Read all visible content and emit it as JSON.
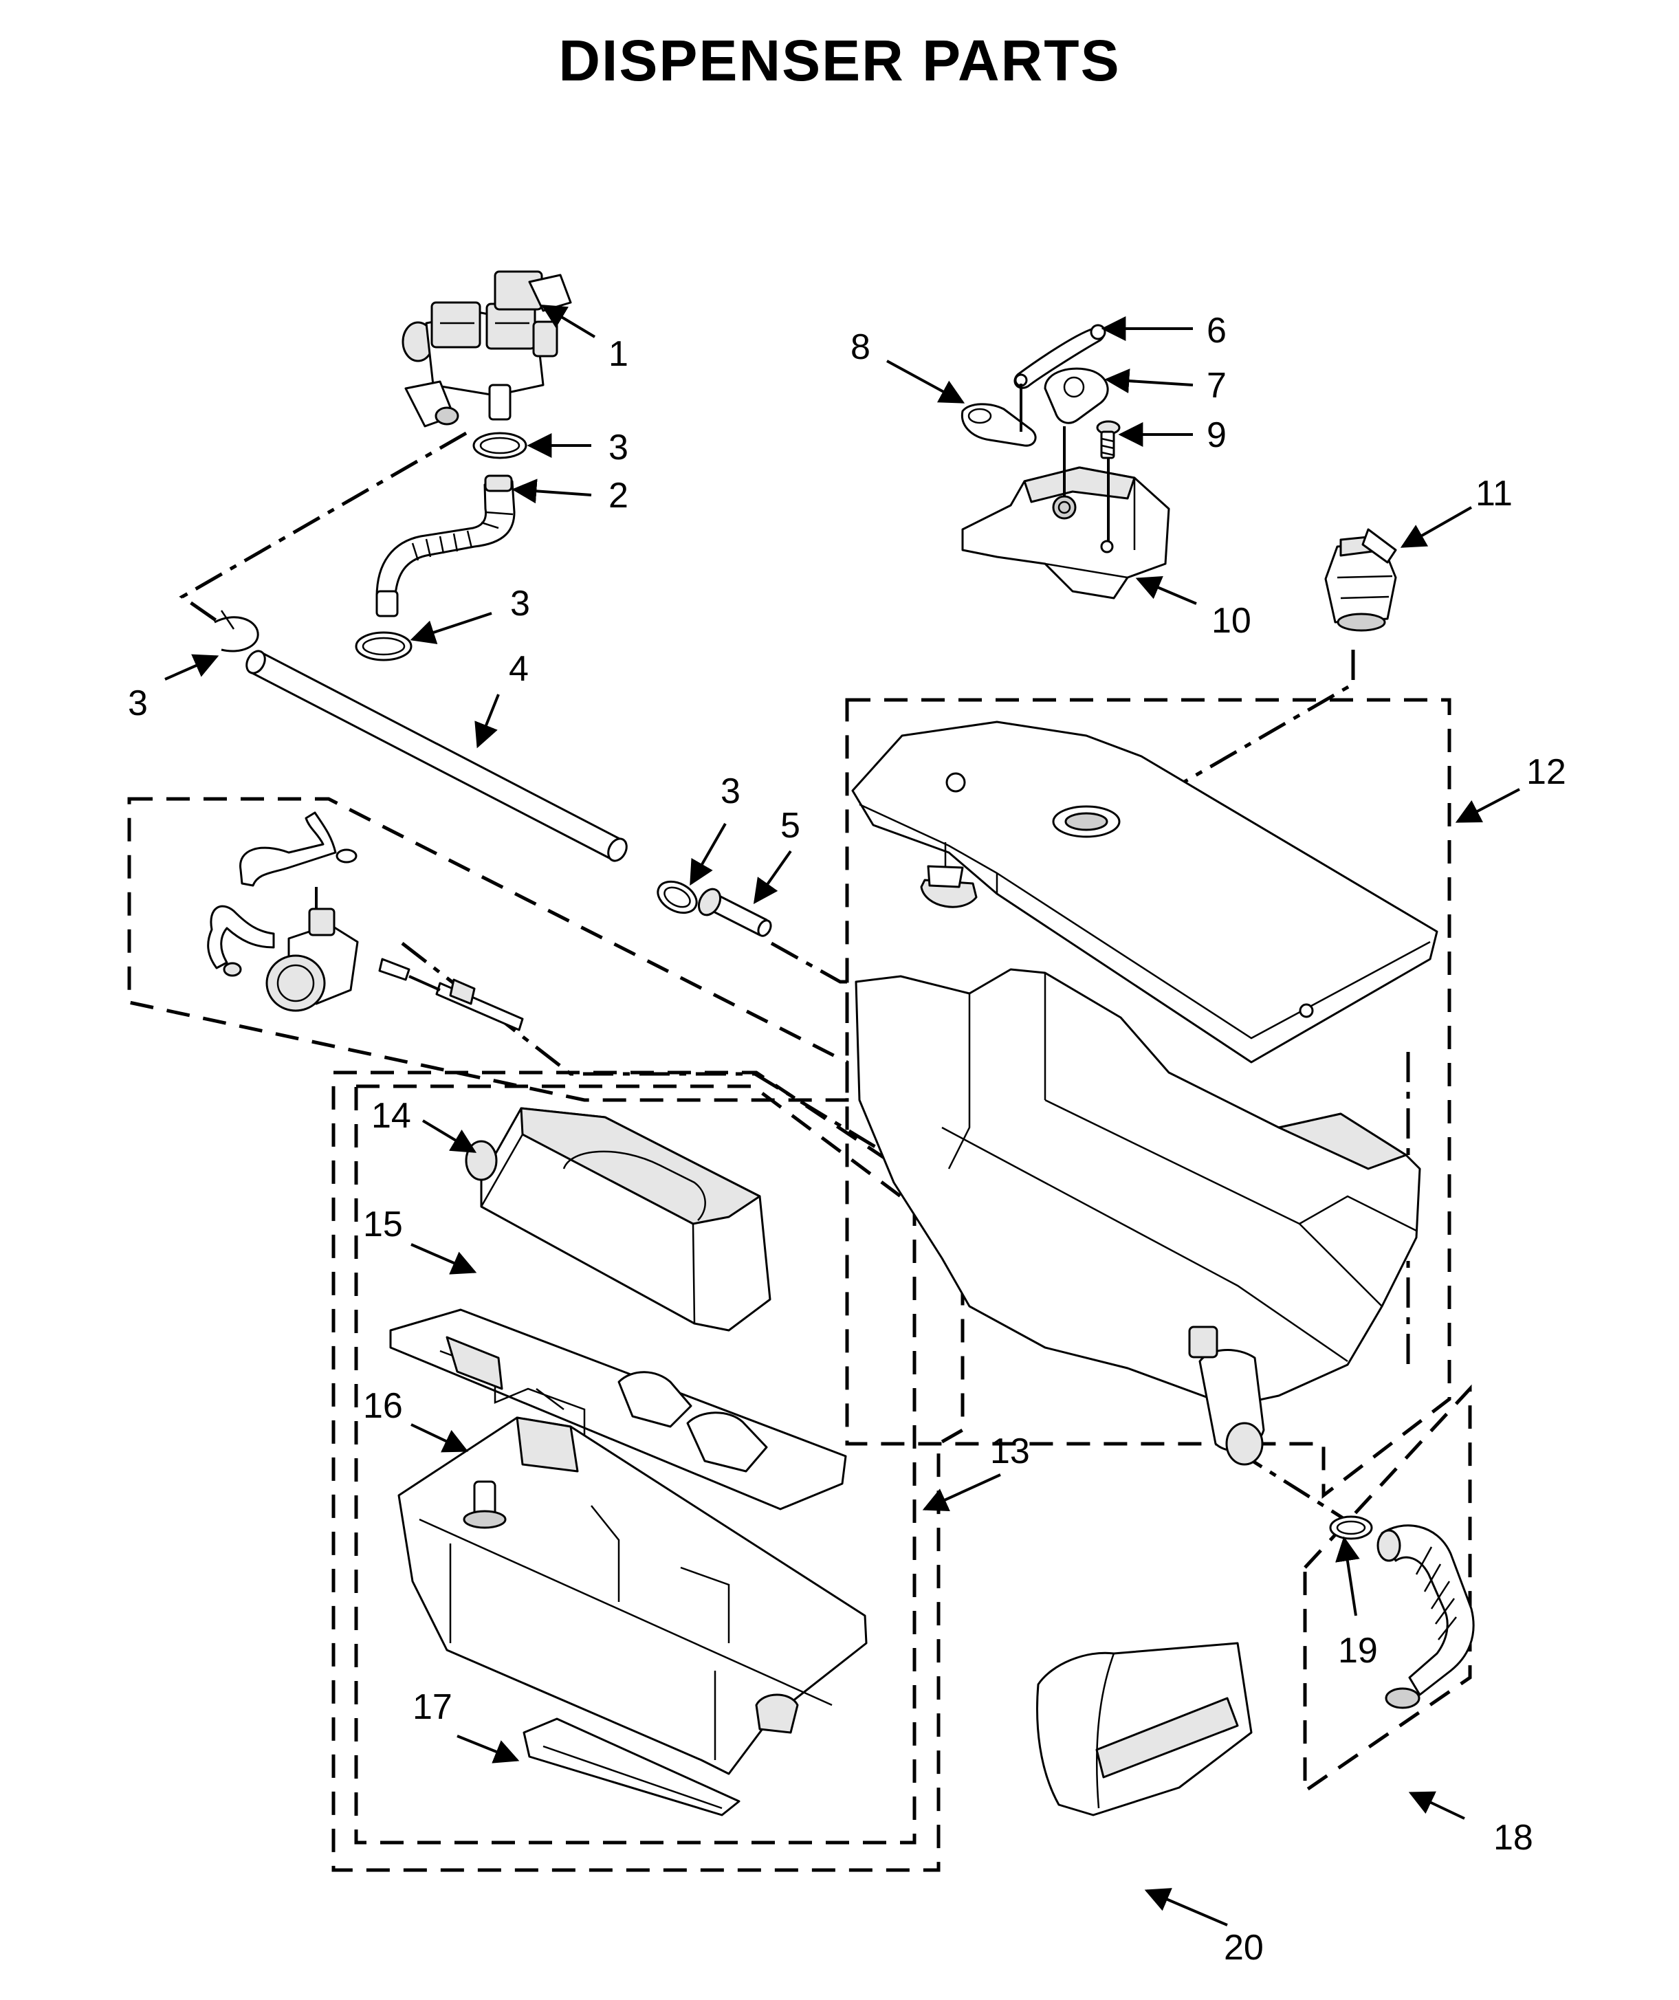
{
  "title": "DISPENSER PARTS",
  "callouts": {
    "c1": "1",
    "c2": "2",
    "c3a": "3",
    "c3b": "3",
    "c3c": "3",
    "c3d": "3",
    "c4": "4",
    "c5": "5",
    "c6": "6",
    "c7": "7",
    "c8": "8",
    "c9": "9",
    "c10": "10",
    "c11": "11",
    "c12": "12",
    "c13": "13",
    "c14": "14",
    "c15": "15",
    "c16": "16",
    "c17": "17",
    "c18": "18",
    "c19": "19",
    "c20": "20"
  }
}
